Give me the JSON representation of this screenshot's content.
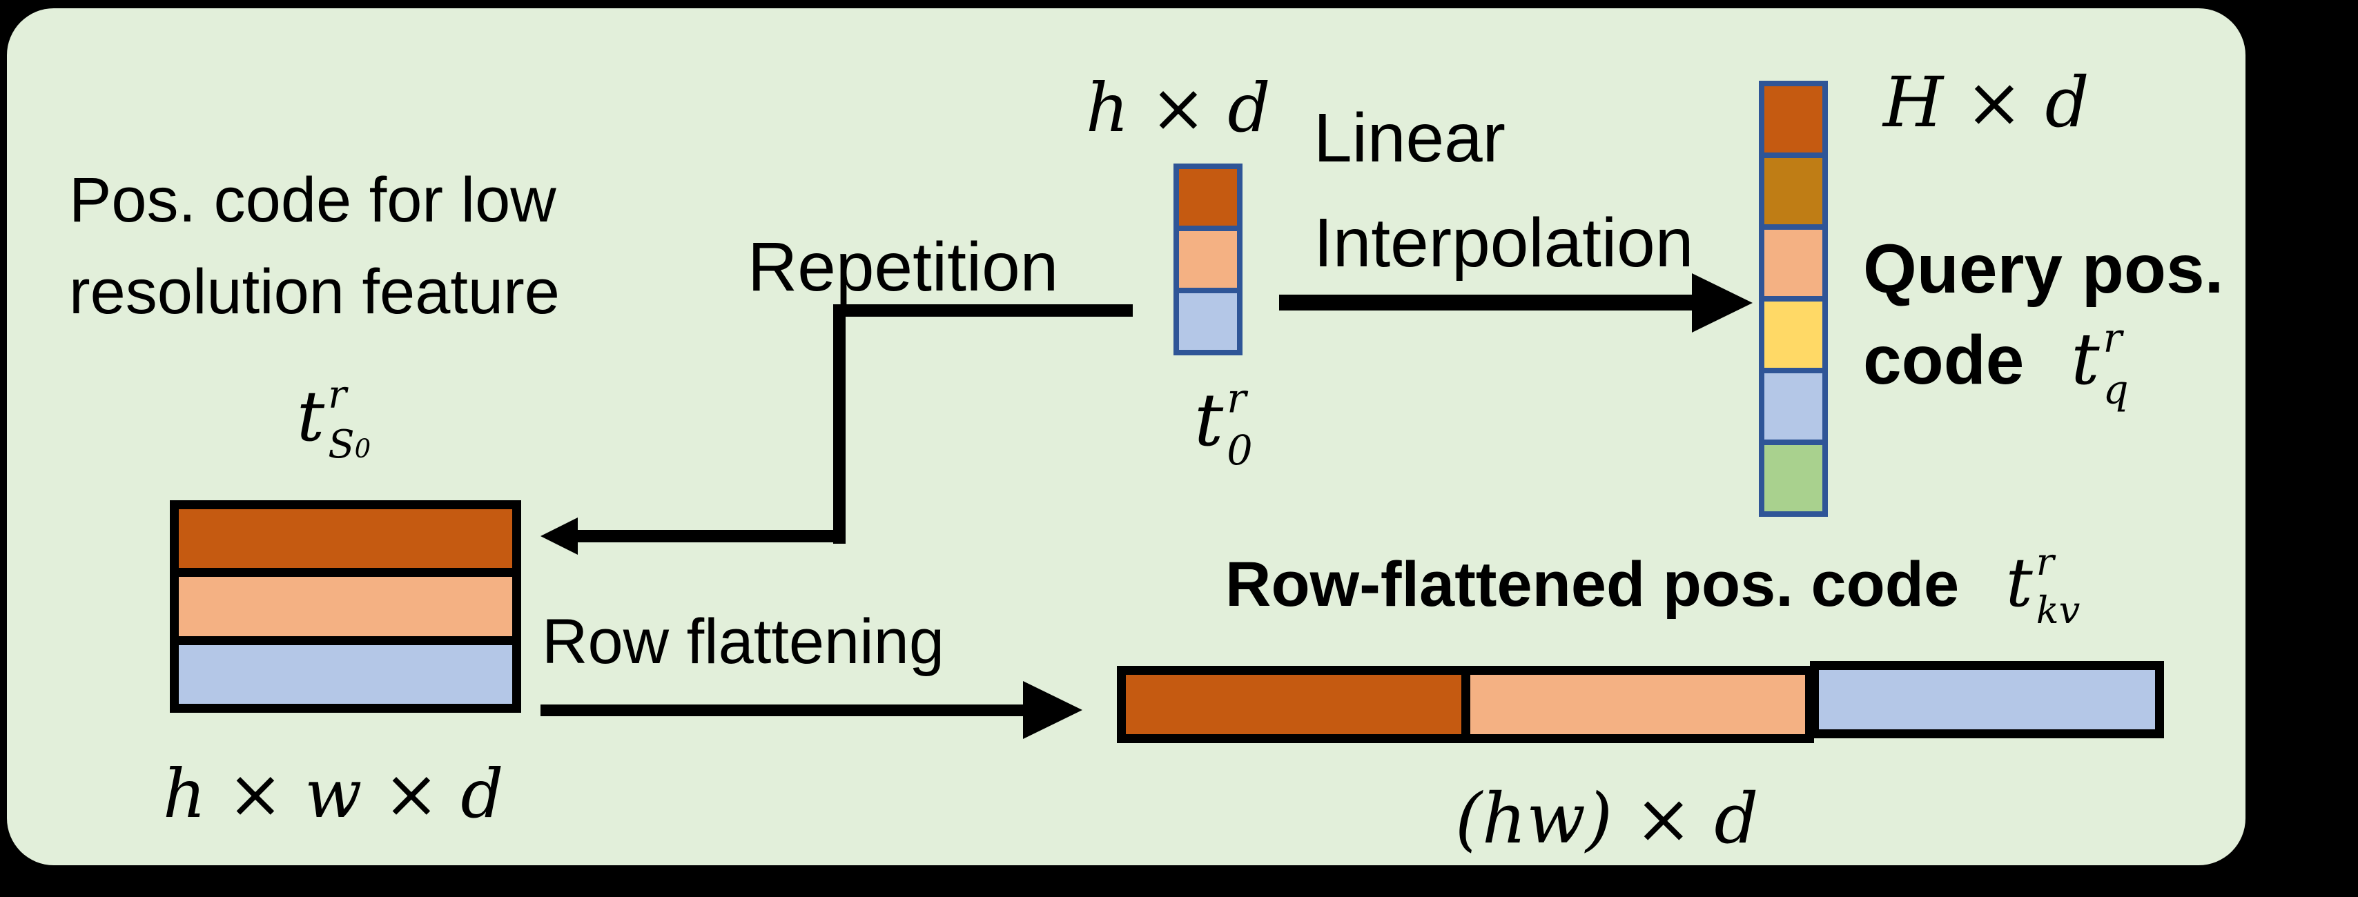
{
  "palette": {
    "bg": "#000000",
    "panel_fill": "#e2efda",
    "dark_orange": "#c55a11",
    "golden": "#bf7d15",
    "peach": "#f4b183",
    "yellow": "#ffd966",
    "light_blue": "#b4c7e7",
    "green": "#a9d18e",
    "cell_border_blue": "#2f5597",
    "black": "#000000"
  },
  "labels": {
    "pos_code_line1": "Pos. code for low",
    "pos_code_line2": "resolution feature",
    "repetition": "Repetition",
    "linear_line1": "Linear",
    "linear_line2": "Interpolation",
    "row_flattening": "Row flattening",
    "query_line1": "Query pos.",
    "query_line2": "code",
    "row_flattened_title": "Row-flattened pos. code",
    "dim_small_column": "h × d",
    "dim_tall_column": "H × d",
    "dim_matrix": "h × w × d",
    "dim_bar": "(hw) × d"
  },
  "math": {
    "t_s0": {
      "base": "t",
      "sup": "r",
      "sub": "S",
      "subsub": "0"
    },
    "t_0": {
      "base": "t",
      "sup": "r",
      "sub": "0"
    },
    "t_q": {
      "base": "t",
      "sup": "r",
      "sub": "q"
    },
    "t_kv": {
      "base": "t",
      "sup": "r",
      "sub": "kv"
    }
  },
  "small_column": {
    "cells": [
      "dark_orange",
      "peach",
      "light_blue"
    ]
  },
  "tall_column": {
    "cells": [
      "dark_orange",
      "golden",
      "peach",
      "yellow",
      "light_blue",
      "green"
    ]
  },
  "matrix": {
    "rows": [
      "dark_orange",
      "peach",
      "light_blue"
    ]
  },
  "bar": {
    "segments": [
      "dark_orange",
      "peach",
      "light_blue"
    ]
  }
}
